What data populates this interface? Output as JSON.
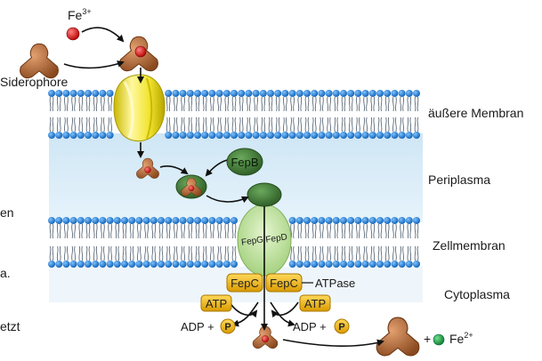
{
  "left_fragments": [
    "en",
    "a.",
    "etzt"
  ],
  "ions": {
    "fe3": "Fe",
    "fe3_charge": "3+",
    "fe2": "Fe",
    "fe2_charge": "2+"
  },
  "labels": {
    "siderophore": "Siderophore",
    "outer_membrane": "äußere Membran",
    "periplasm": "Periplasma",
    "cell_membrane": "Zellmembran",
    "cytoplasm": "Cytoplasma",
    "atpase": "ATPase"
  },
  "proteins": {
    "fepb": "FepB",
    "fepg": "FepG",
    "fepd": "FepD",
    "fepc_left": "FepC",
    "fepc_right": "FepC"
  },
  "energy": {
    "atp_left": "ATP",
    "atp_right": "ATP",
    "adp_left": "ADP +",
    "adp_right": "ADP +",
    "phosphate_left": "P",
    "phosphate_right": "P"
  },
  "plus": "+",
  "colors": {
    "periplasm_fill": "#d6ebf7",
    "lipid_head": "#1f7fd6",
    "lipid_tail": "#4a5a6a",
    "siderophore_brown": "#b06a3a",
    "iron_red": "#d81b1b",
    "fe2_green": "#1fa84a",
    "porin_yellow": "#f4ee3a",
    "fepb_green": "#3e7d34",
    "channel_green": "#c7e6a5",
    "fepc_gold": "#e8b416"
  }
}
